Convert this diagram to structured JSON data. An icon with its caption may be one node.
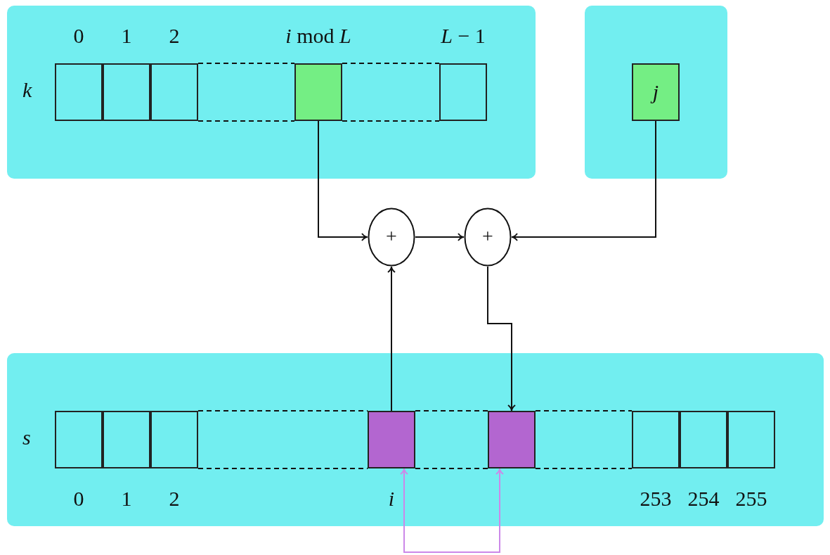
{
  "diagram": {
    "nodes": [
      {
        "text": [
          "k"
        ]
      },
      {
        "text": [],
        "shape": "box",
        "in": 0,
        "beside": [
          "0"
        ]
      },
      {
        "text": [],
        "shape": "box",
        "in": 0,
        "beside": [
          "1"
        ]
      },
      {
        "text": [],
        "shape": "box",
        "in": 0,
        "beside": [
          "2"
        ]
      },
      {
        "text": [],
        "shape": "box",
        "in": 0,
        "beside": [
          "*i* mod *L*"
        ]
      },
      {
        "text": [],
        "shape": "box",
        "in": 0,
        "beside": [
          "*L* − 1"
        ]
      },
      {
        "text": [],
        "shape": "box"
      },
      {
        "text": [
          "j"
        ],
        "in": 6
      },
      {
        "text": [
          "+"
        ]
      },
      {
        "text": [
          "+"
        ]
      },
      {
        "text": [
          "s"
        ]
      },
      {
        "text": [],
        "shape": "box",
        "in": 10,
        "beside": [
          "0"
        ]
      },
      {
        "text": [],
        "shape": "box",
        "in": 10,
        "beside": [
          "1"
        ]
      },
      {
        "text": [],
        "shape": "box",
        "in": 10,
        "beside": [
          "2"
        ]
      },
      {
        "text": [],
        "shape": "box",
        "in": 10,
        "beside": [
          "*i*"
        ]
      },
      {
        "text": [],
        "shape": "box",
        "in": 10
      },
      {
        "text": [],
        "shape": "box",
        "in": 10,
        "beside": [
          "253"
        ]
      },
      {
        "text": [],
        "shape": "box",
        "in": 10,
        "beside": [
          "254"
        ]
      },
      {
        "text": [],
        "shape": "box",
        "in": 10,
        "beside": [
          "255"
        ]
      }
    ],
    "edges": [
      {
        "from": 4,
        "to": 8,
        "arrow": "to"
      },
      {
        "from": 14,
        "to": 8,
        "arrow": "to"
      },
      {
        "from": 8,
        "to": 9,
        "arrow": "to"
      },
      {
        "from": 7,
        "to": 9,
        "arrow": "to"
      },
      {
        "from": 9,
        "to": 15,
        "arrow": "to"
      },
      {
        "from": 14,
        "to": 15,
        "arrow": "both",
        "color": "#cc88e8"
      },
      {
        "from": 3,
        "to": 4,
        "arrow": "none",
        "style": "dashed"
      },
      {
        "from": 3,
        "to": 4,
        "arrow": "none",
        "style": "dashed"
      },
      {
        "from": 4,
        "to": 5,
        "arrow": "none",
        "style": "dashed"
      },
      {
        "from": 4,
        "to": 5,
        "arrow": "none",
        "style": "dashed"
      },
      {
        "from": 13,
        "to": 14,
        "arrow": "none",
        "style": "dashed"
      },
      {
        "from": 13,
        "to": 14,
        "arrow": "none",
        "style": "dashed"
      },
      {
        "from": 14,
        "to": 15,
        "arrow": "none",
        "style": "dashed"
      },
      {
        "from": 14,
        "to": 15,
        "arrow": "none",
        "style": "dashed"
      },
      {
        "from": 15,
        "to": 16,
        "arrow": "none",
        "style": "dashed"
      },
      {
        "from": 15,
        "to": 16,
        "arrow": "none",
        "style": "dashed"
      }
    ]
  }
}
